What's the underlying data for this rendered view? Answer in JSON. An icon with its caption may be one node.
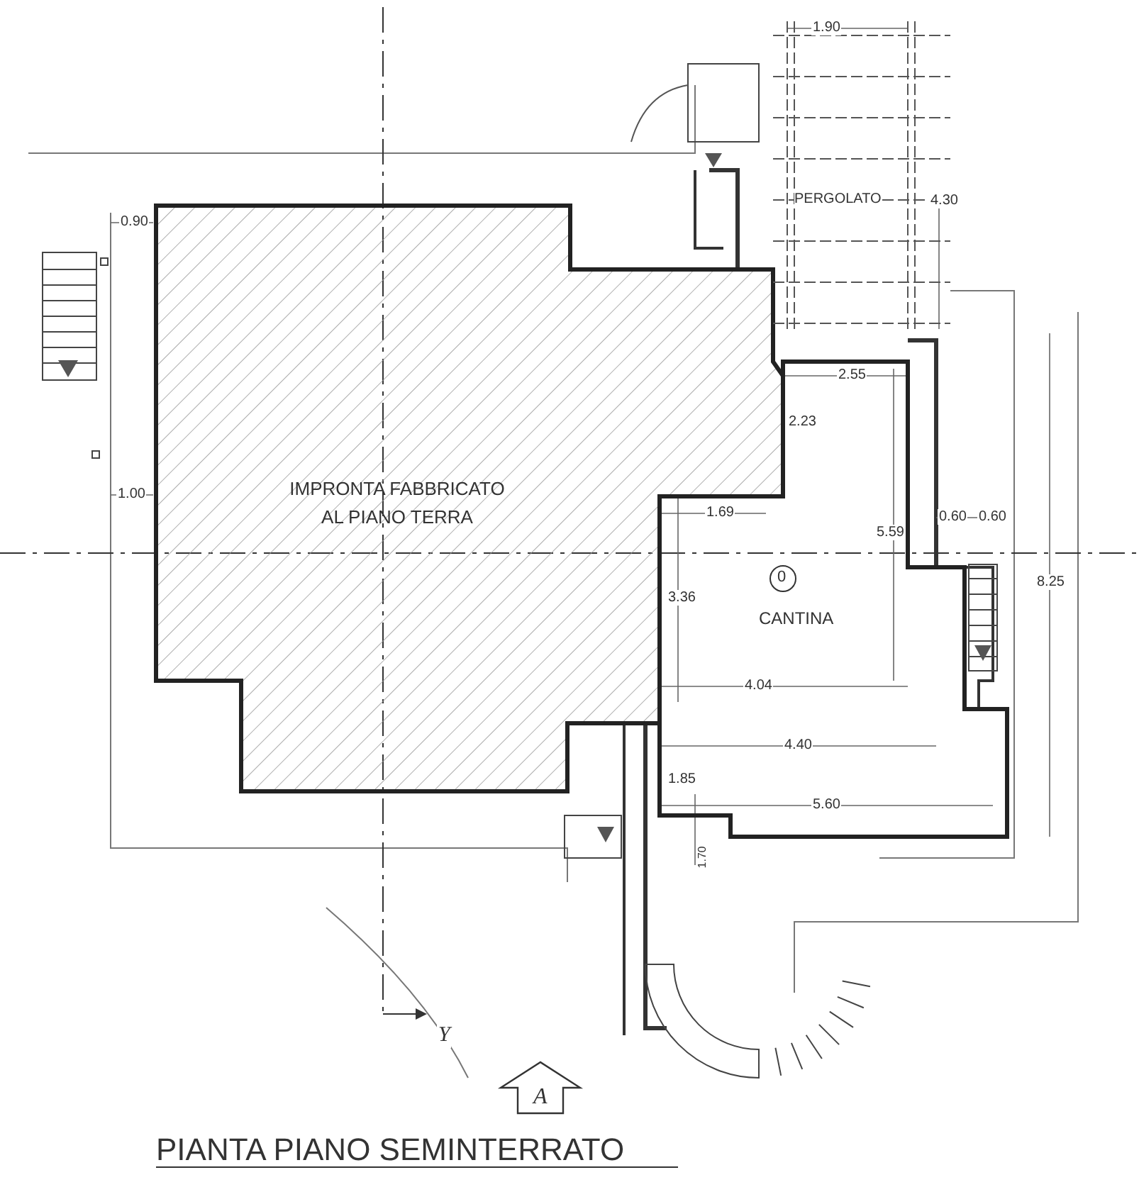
{
  "diagram": {
    "title": "PIANTA PIANO SEMINTERRATO",
    "nodes": [
      {
        "text": [
          "IMPRONTA FABBRICATO AL PIANO TERRA"
        ]
      },
      {
        "text": [
          "CANTINA"
        ]
      },
      {
        "text": [
          "0"
        ],
        "in": 1
      },
      {
        "text": [
          "PERGOLATO"
        ]
      },
      {
        "text": [
          "A"
        ]
      }
    ],
    "labels": [
      "1.90",
      "4.30",
      "0.90",
      "1.00",
      "2.55",
      "2.23",
      "1.69",
      "5.59",
      "0.60",
      "0.60",
      "8.25",
      "3.36",
      "4.04",
      "4.40",
      "1.85",
      "5.60",
      "1.70",
      "Y"
    ]
  }
}
